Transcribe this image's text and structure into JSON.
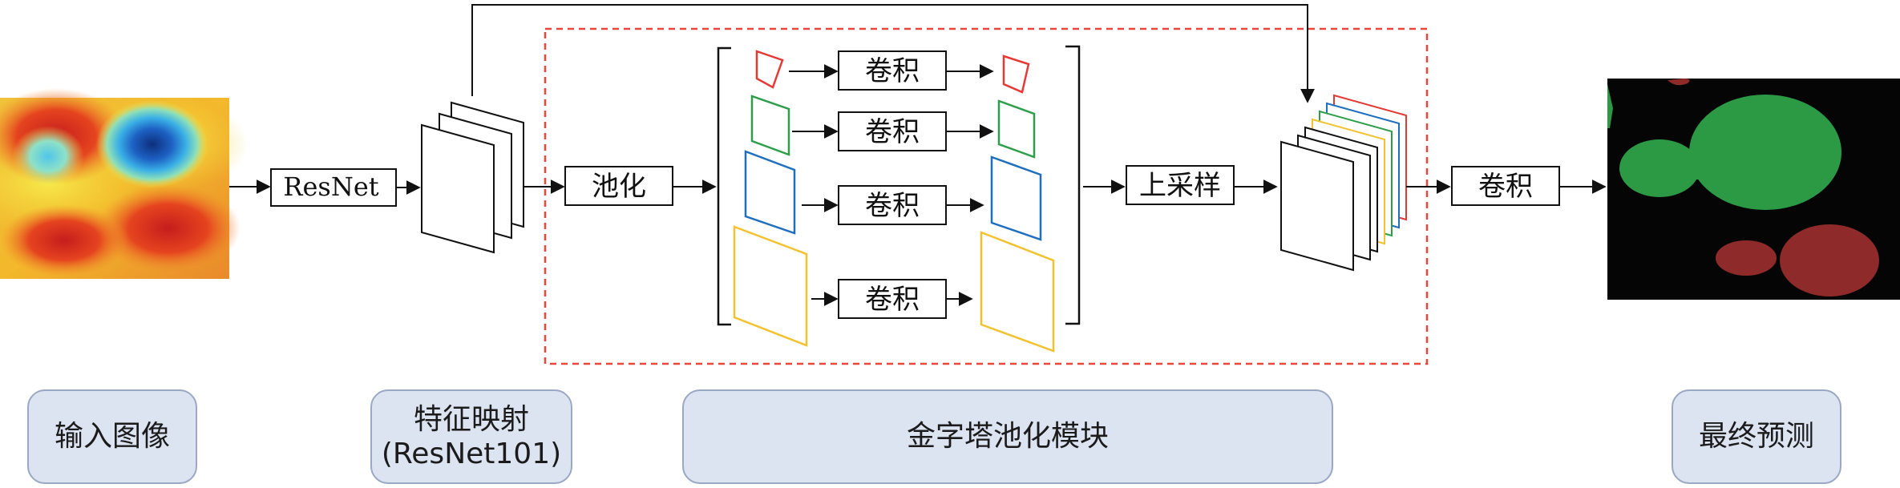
{
  "nodes": {
    "resnet": "ResNet",
    "pooling": "池化",
    "conv": "卷积",
    "upsample": "上采样",
    "final_conv": "卷积"
  },
  "labels": {
    "input": "输入图像",
    "feature_map_line1": "特征映射",
    "feature_map_line2": "(ResNet101)",
    "pyramid_module": "金字塔池化模块",
    "final_prediction": "最终预测"
  },
  "colors": {
    "red": "#e53935",
    "green": "#2e9e4a",
    "blue": "#1f6fbf",
    "yellow": "#f2c230",
    "dashed_box": "#e8473b",
    "label_fill": "#dce3f1",
    "prediction_bg": "#050505",
    "prediction_green": "#2c9a45",
    "prediction_red": "#8e2a2a"
  }
}
